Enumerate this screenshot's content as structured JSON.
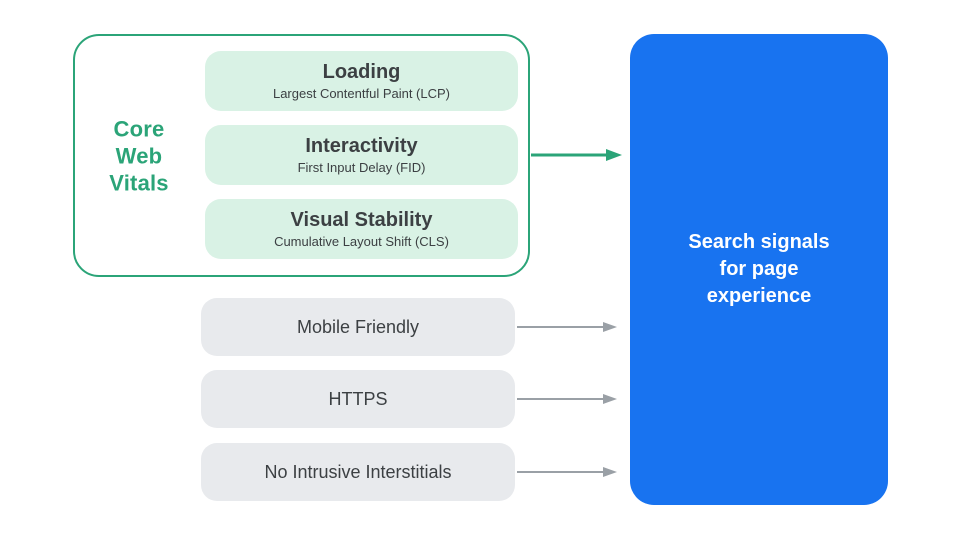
{
  "colors": {
    "green_accent": "#2BA478",
    "green_fill": "#D9F2E5",
    "gray_fill": "#E8EAED",
    "gray_arrow": "#9AA0A6",
    "blue_fill": "#1873F0",
    "dark_text": "#3C4043",
    "white_text": "#FFFFFF"
  },
  "core_web_vitals": {
    "label": "Core Web Vitals",
    "items": [
      {
        "title": "Loading",
        "subtitle": "Largest Contentful Paint (LCP)"
      },
      {
        "title": "Interactivity",
        "subtitle": "First Input Delay (FID)"
      },
      {
        "title": "Visual Stability",
        "subtitle": "Cumulative Layout Shift (CLS)"
      }
    ]
  },
  "other_signals": [
    {
      "label": "Mobile Friendly"
    },
    {
      "label": "HTTPS"
    },
    {
      "label": "No Intrusive Interstitials"
    }
  ],
  "result": {
    "label": "Search signals for page experience"
  }
}
